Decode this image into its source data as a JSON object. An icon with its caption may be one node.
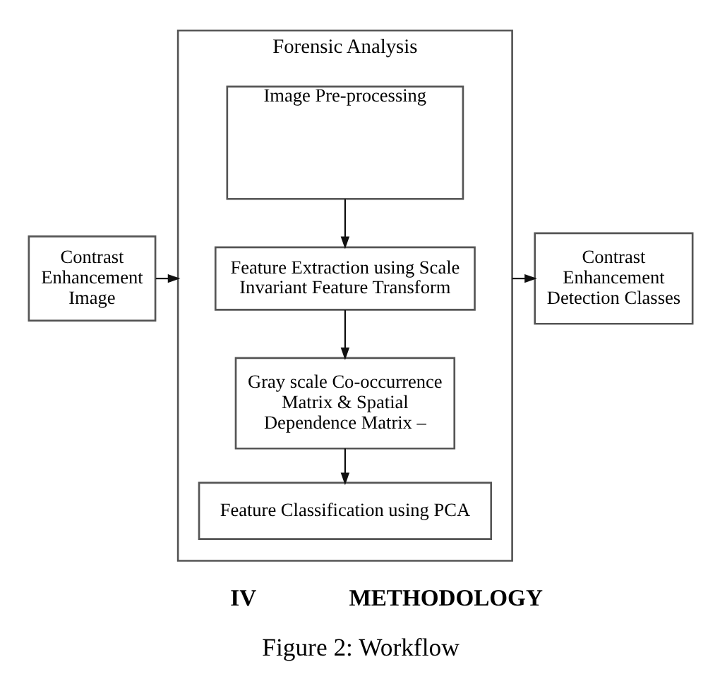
{
  "diagram": {
    "caption": "Figure 2: Workflow",
    "nodes": [
      {
        "text": [
          "Contrast Enhancement Image"
        ]
      },
      {
        "text": [
          "Forensic Analysis"
        ]
      },
      {
        "text": [
          "Image Pre-processing"
        ],
        "in": 1
      },
      {
        "text": [
          "Feature Extraction using Scale Invariant Feature Transform"
        ],
        "in": 1
      },
      {
        "text": [
          "Gray scale Co-occurrence Matrix & Spatial Dependence Matrix –"
        ],
        "in": 1
      },
      {
        "text": [
          "Feature Classification using PCA"
        ],
        "in": 1
      },
      {
        "text": [
          "Contrast Enhancement Detection Classes"
        ]
      }
    ],
    "edges": [
      {
        "from": 0,
        "to": 1,
        "arrow": "to"
      },
      {
        "from": 2,
        "to": 3,
        "arrow": "to"
      },
      {
        "from": 3,
        "to": 4,
        "arrow": "to"
      },
      {
        "from": 4,
        "to": 5,
        "arrow": "to"
      },
      {
        "from": 1,
        "to": 6,
        "arrow": "to"
      }
    ],
    "labels": [
      "IV",
      "METHODOLOGY"
    ]
  }
}
